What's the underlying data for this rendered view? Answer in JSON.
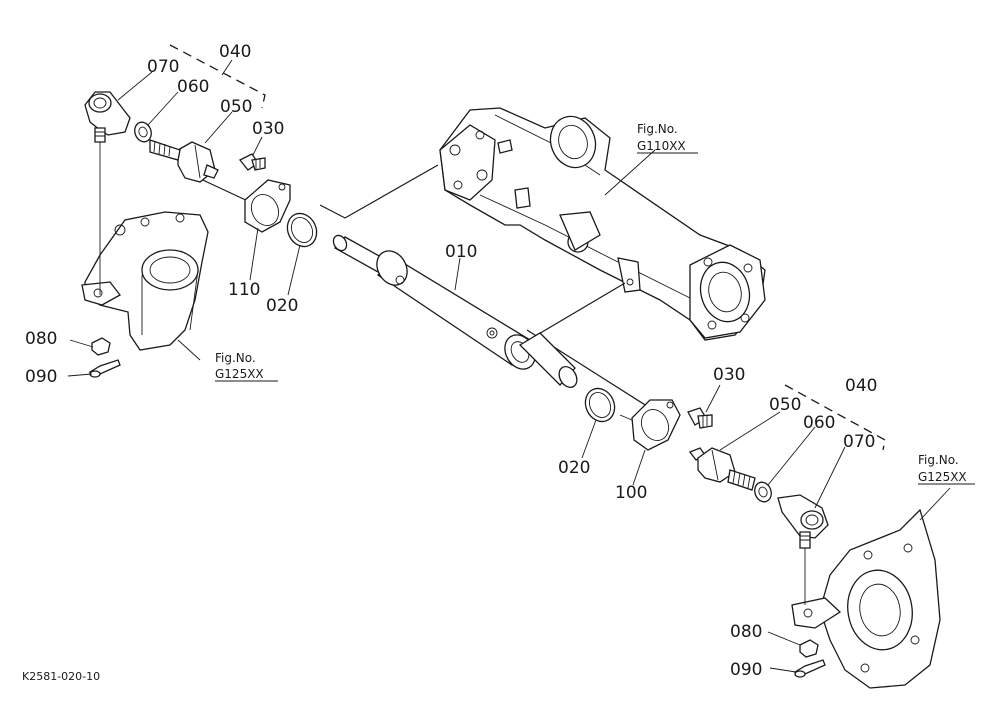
{
  "figure_code": "K2581-020-10",
  "parts": {
    "p010": "010",
    "p020_left": "020",
    "p020_right": "020",
    "p030_left": "030",
    "p030_right": "030",
    "p040_left": "040",
    "p040_right": "040",
    "p050_left": "050",
    "p050_right": "050",
    "p060_left": "060",
    "p060_right": "060",
    "p070_left": "070",
    "p070_right": "070",
    "p080_left": "080",
    "p080_right": "080",
    "p090_left": "090",
    "p090_right": "090",
    "p100": "100",
    "p110": "110"
  },
  "fig_refs": {
    "axle": {
      "label": "Fig.No.",
      "code": "G110XX"
    },
    "left_knuckle": {
      "label": "Fig.No.",
      "code": "G125XX"
    },
    "right_knuckle": {
      "label": "Fig.No.",
      "code": "G125XX"
    }
  }
}
